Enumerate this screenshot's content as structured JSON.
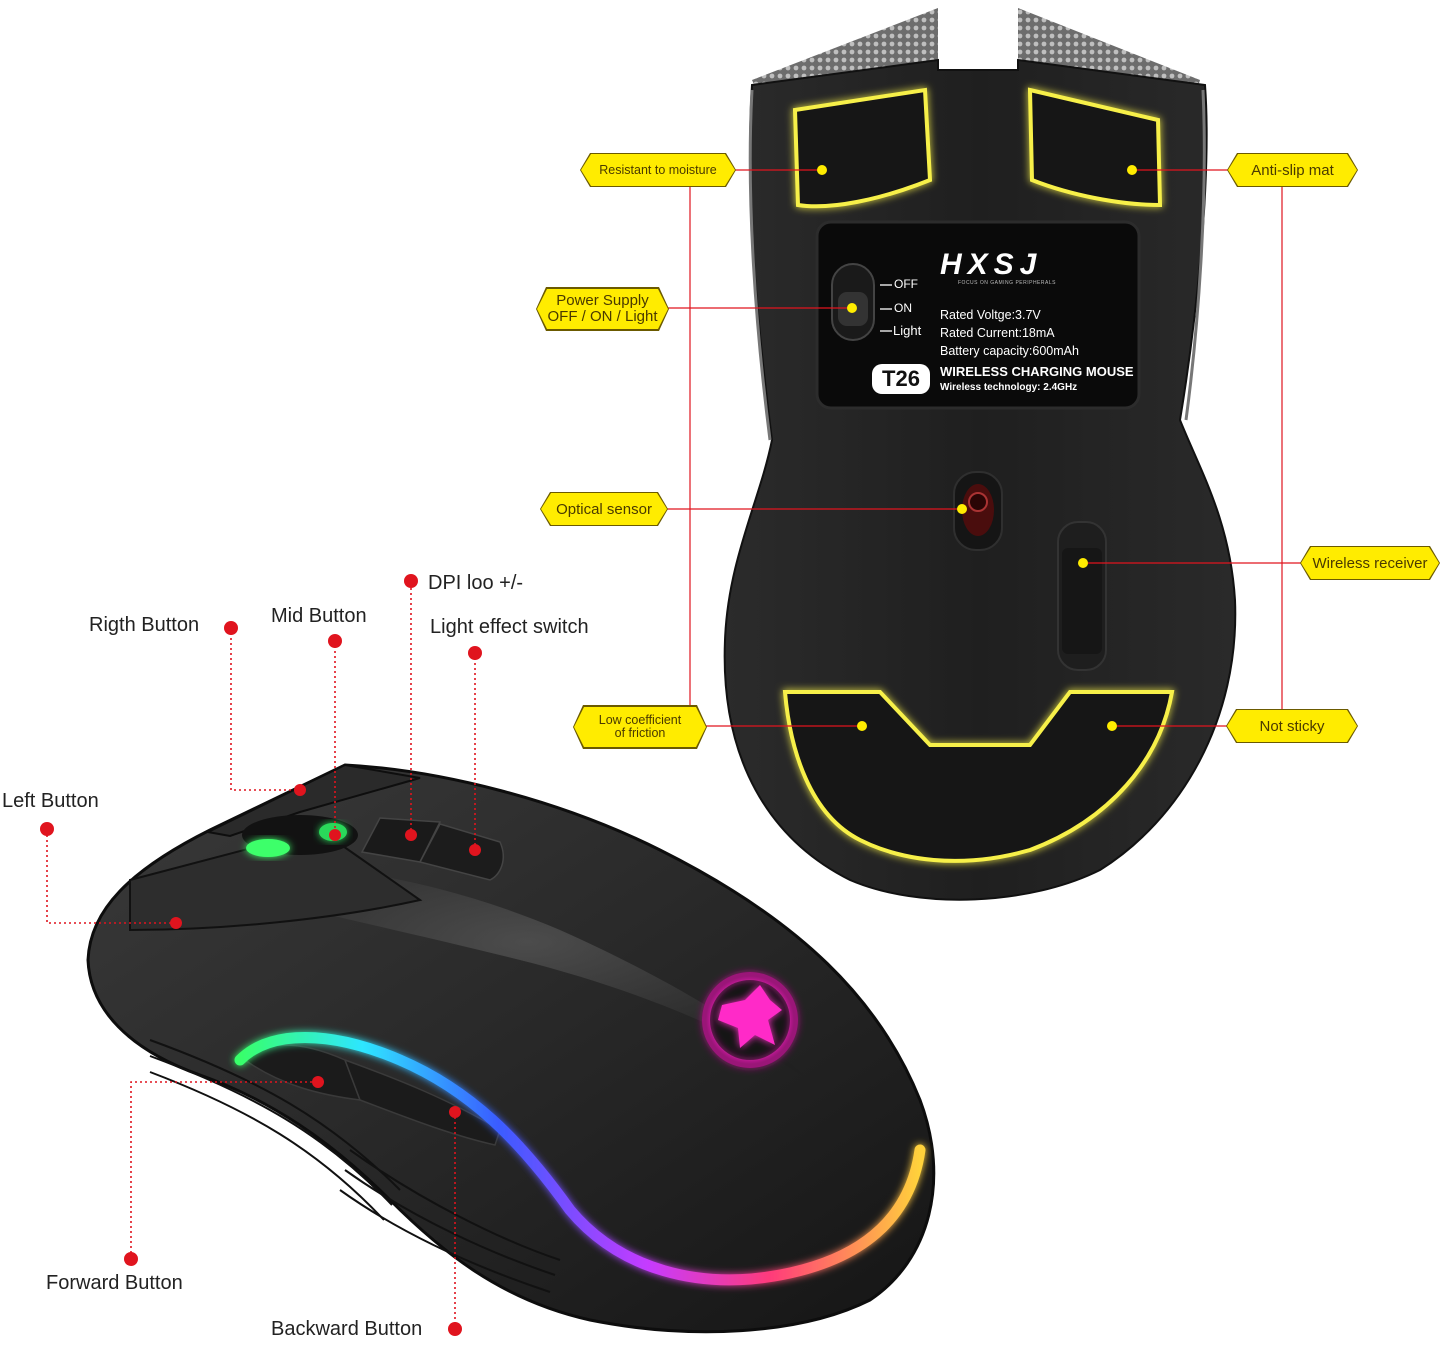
{
  "bottom_view": {
    "callouts": {
      "resistant_to_moisture": "Resistant to moisture",
      "anti_slip_mat": "Anti-slip mat",
      "power_supply_line1": "Power Supply",
      "power_supply_line2": "OFF / ON / Light",
      "optical_sensor": "Optical sensor",
      "wireless_receiver": "Wireless receiver",
      "low_coefficient_line1": "Low coefficient",
      "low_coefficient_line2": "of friction",
      "not_sticky": "Not sticky"
    },
    "switch_labels": {
      "off": "OFF",
      "on": "ON",
      "light": "Light"
    },
    "plate": {
      "brand": "HXSJ",
      "brand_tagline": "FOCUS ON GAMING PERIPHERALS",
      "rated_voltage": "Rated Voltge:3.7V",
      "rated_current": "Rated Current:18mA",
      "battery_capacity": "Battery capacity:600mAh",
      "model": "T26",
      "product": "WIRELESS CHARGING MOUSE",
      "wireless_tech": "Wireless technology: 2.4GHz"
    }
  },
  "side_view": {
    "labels": {
      "right_button": "Rigth Button",
      "mid_button": "Mid Button",
      "dpi": "DPI loo +/-",
      "light_switch": "Light effect switch",
      "left_button": "Left Button",
      "forward_button": "Forward Button",
      "backward_button": "Backward Button"
    }
  },
  "colors": {
    "callout_fill": "#ffec00",
    "leader_red": "#e0141e",
    "mouse_body": "#232323",
    "glow_yellow": "#f7f04a",
    "logo_magenta": "#ff2cc8"
  }
}
